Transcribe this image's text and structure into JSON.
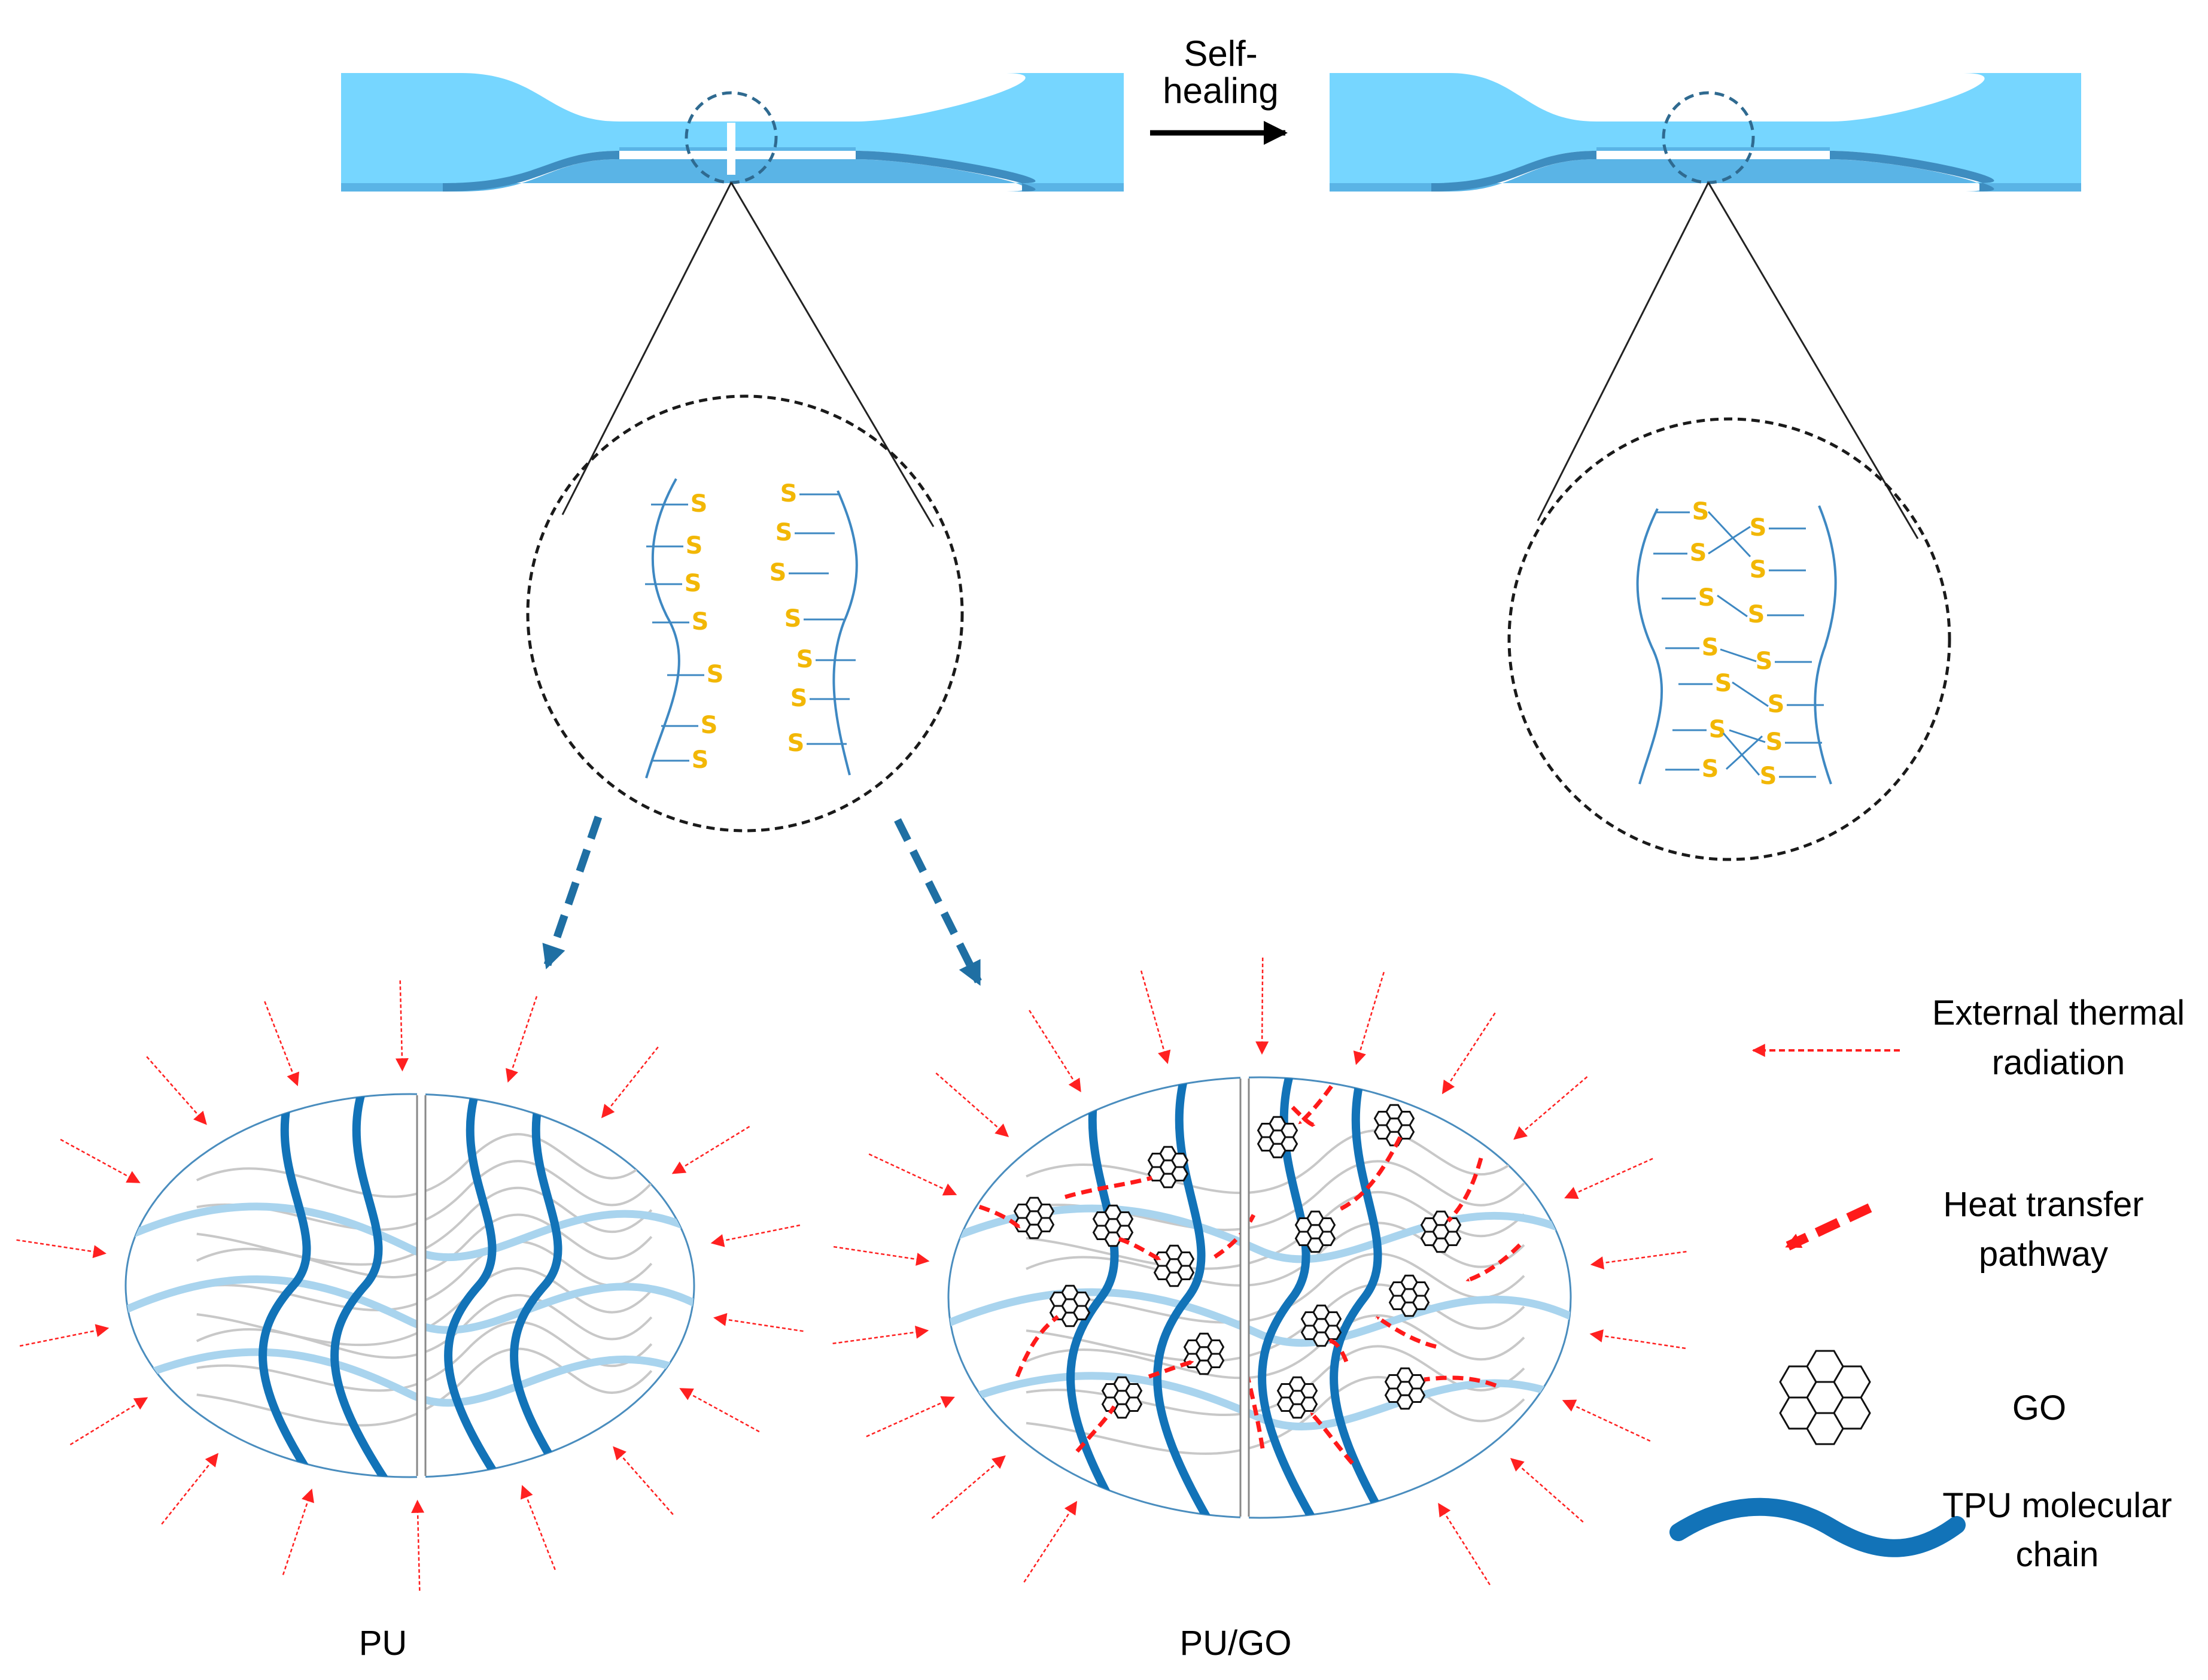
{
  "arrow_label": {
    "line1": "Self-",
    "line2": "healing"
  },
  "sulfur_symbol": "S",
  "captions": {
    "pu": "PU",
    "pu_go": "PU/GO"
  },
  "legend": {
    "radiation": {
      "line1": "External thermal",
      "line2": "radiation"
    },
    "heat": {
      "line1": "Heat transfer",
      "line2": "pathway"
    },
    "go": "GO",
    "tpu": {
      "line1": "TPU molecular",
      "line2": "chain"
    }
  },
  "colors": {
    "specimen_face": "#76D6FF",
    "specimen_edge": "#3E8DC0",
    "specimen_rim": "#5AB4E6",
    "tpu_chain": "#1273B8",
    "light_chain": "#A9D4EE",
    "gray_chain": "#C8C8C8",
    "sulfur": "#F2B705",
    "small_chain": "#3E88C2",
    "radiation_arrow": "#FF2020",
    "dashed_arrow": "#1F6FA3",
    "ellipse_outline": "#4A8DBE"
  }
}
